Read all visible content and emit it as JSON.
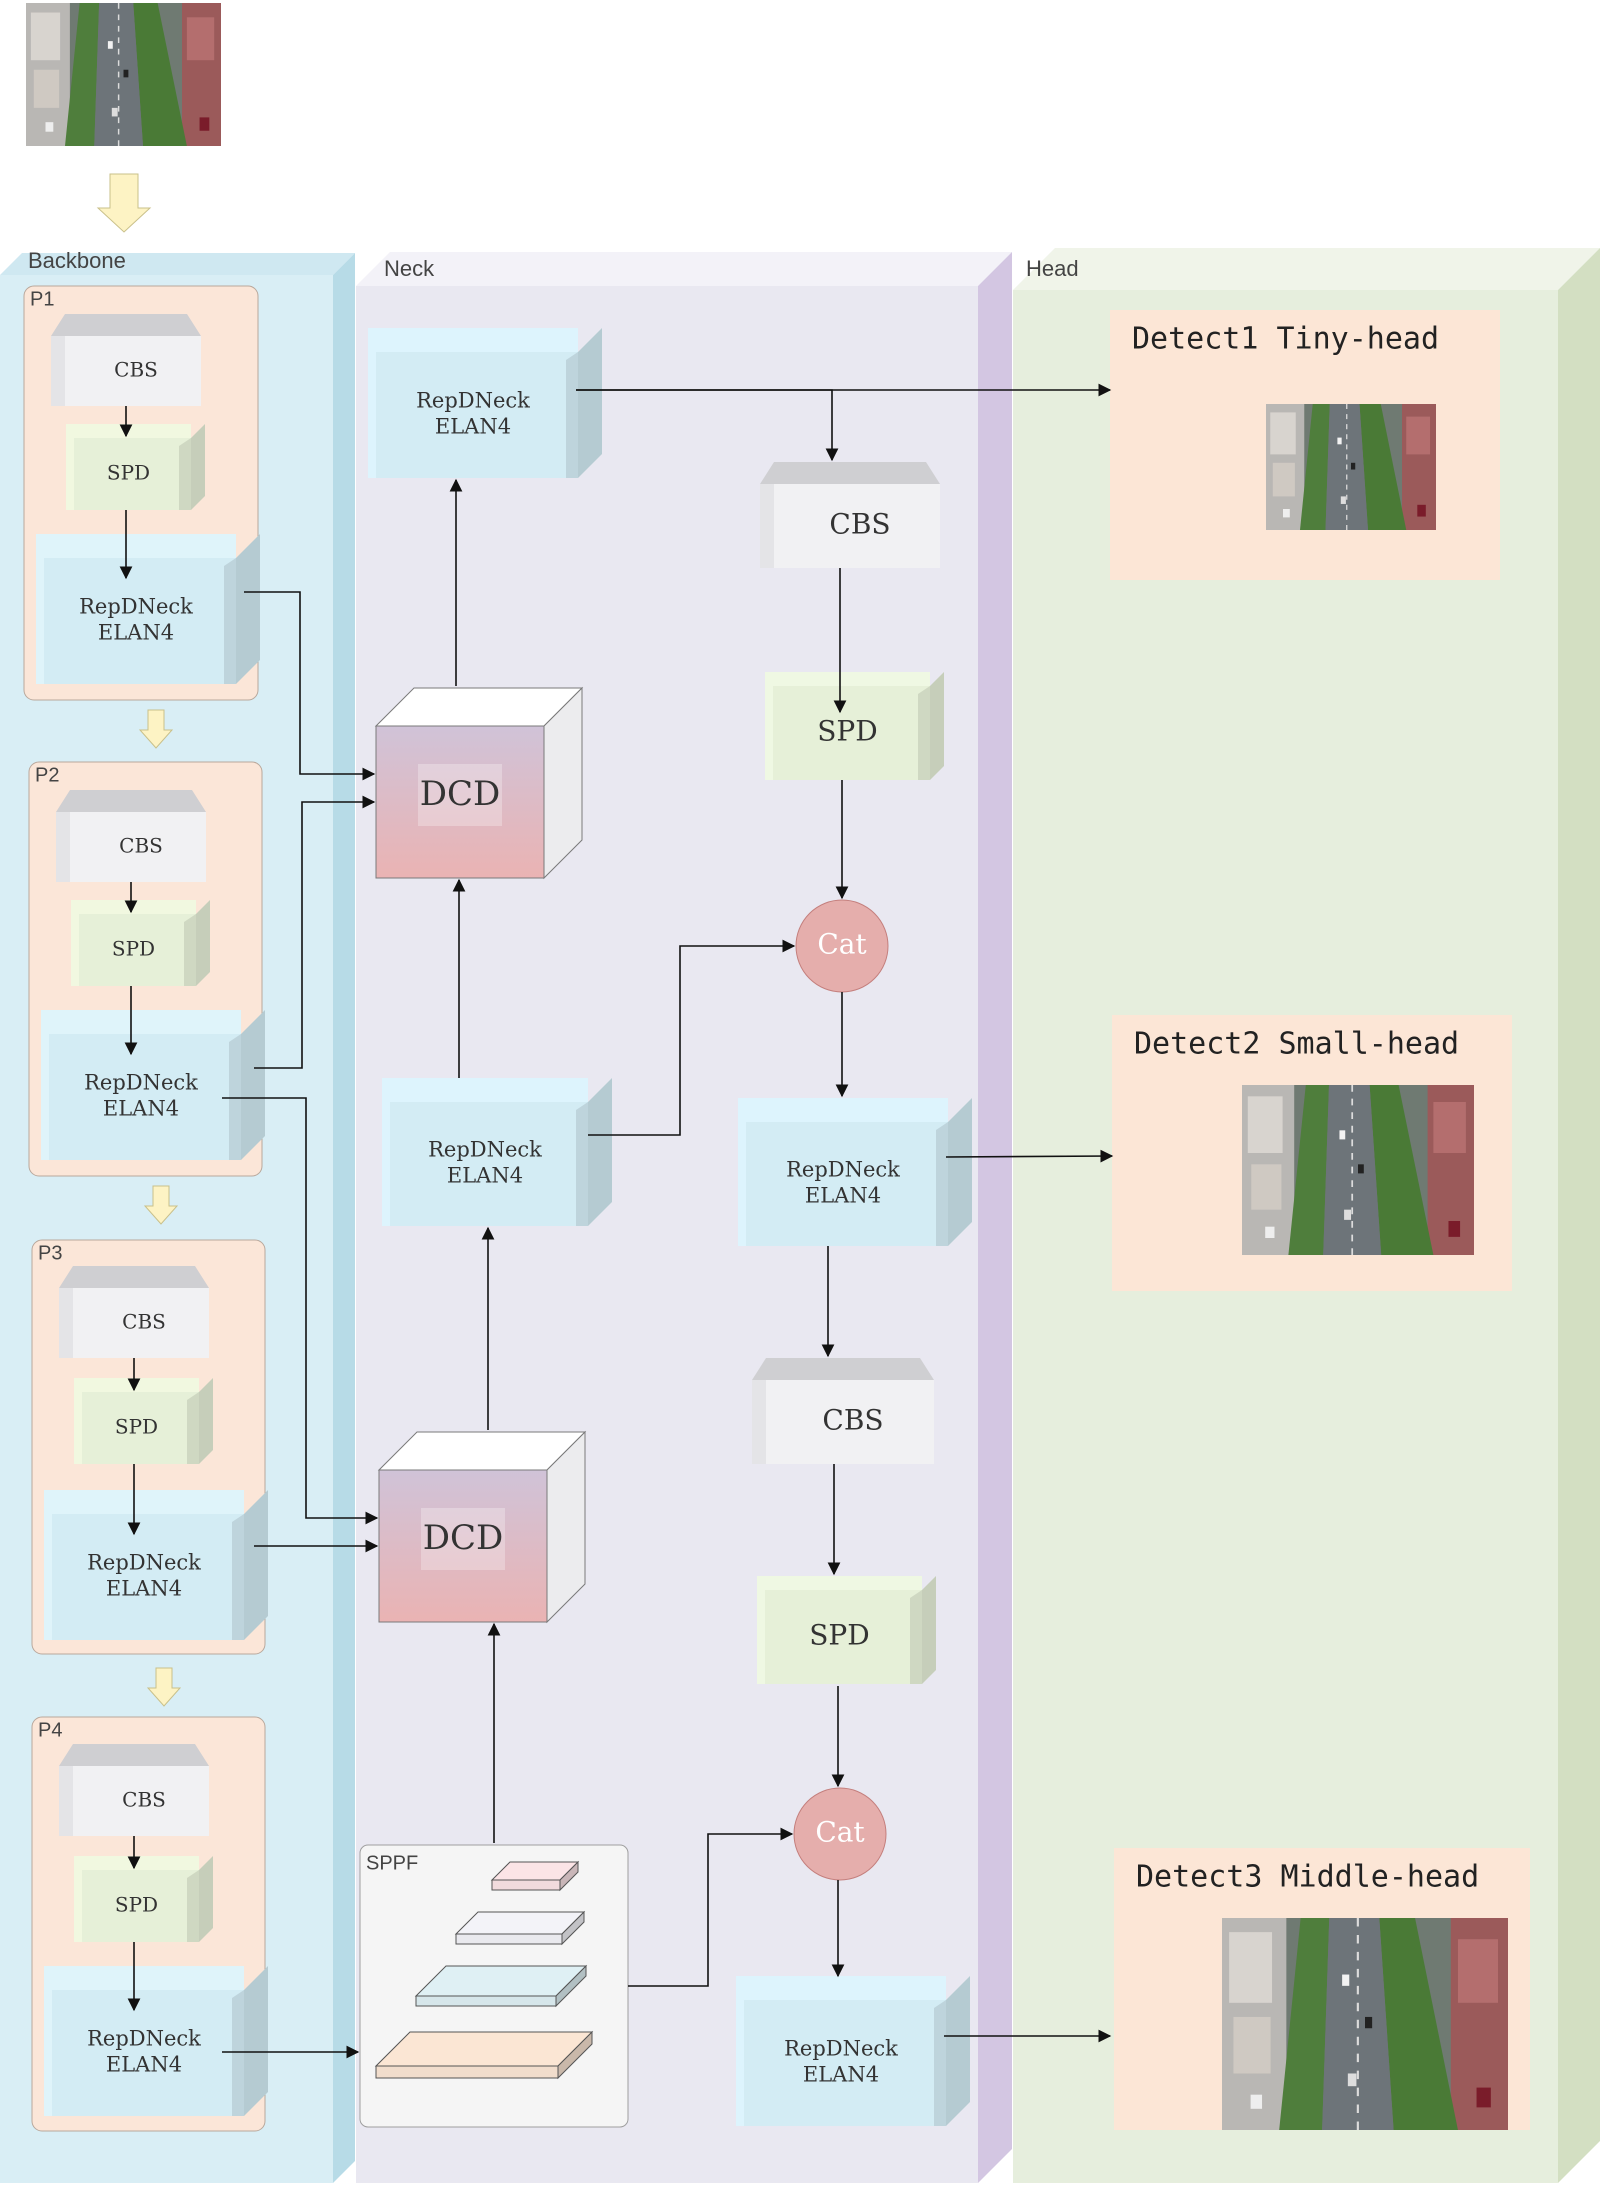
{
  "panels": {
    "backbone": "Backbone",
    "neck": "Neck",
    "head": "Head"
  },
  "stages": [
    "P1",
    "P2",
    "P3",
    "P4"
  ],
  "modules": {
    "cbs": "CBS",
    "spd": "SPD",
    "elan_line1": "RepDNeck",
    "elan_line2": "ELAN4",
    "dcd": "DCD",
    "cat": "Cat",
    "sppf": "SPPF"
  },
  "heads": [
    {
      "label": "Detect1 Tiny-head"
    },
    {
      "label": "Detect2 Small-head"
    },
    {
      "label": "Detect3 Middle-head"
    }
  ],
  "colors": {
    "backbone_panel": "#bfe1ec",
    "stage_box": "#fbe6d8",
    "neck_panel": "#e9e8f1",
    "neck_side": "#d3c6e2",
    "head_panel": "#e6eedd",
    "head_box": "#fce6d6",
    "cbs": "#f1f1f3",
    "spd": "#e6f0d8",
    "elan": "#d3ecf4",
    "dcd_top": "#d0c3d8",
    "dcd_bottom": "#eab3b3",
    "cat": "#e5aeac",
    "input_arrow": "#fdf3c4"
  }
}
